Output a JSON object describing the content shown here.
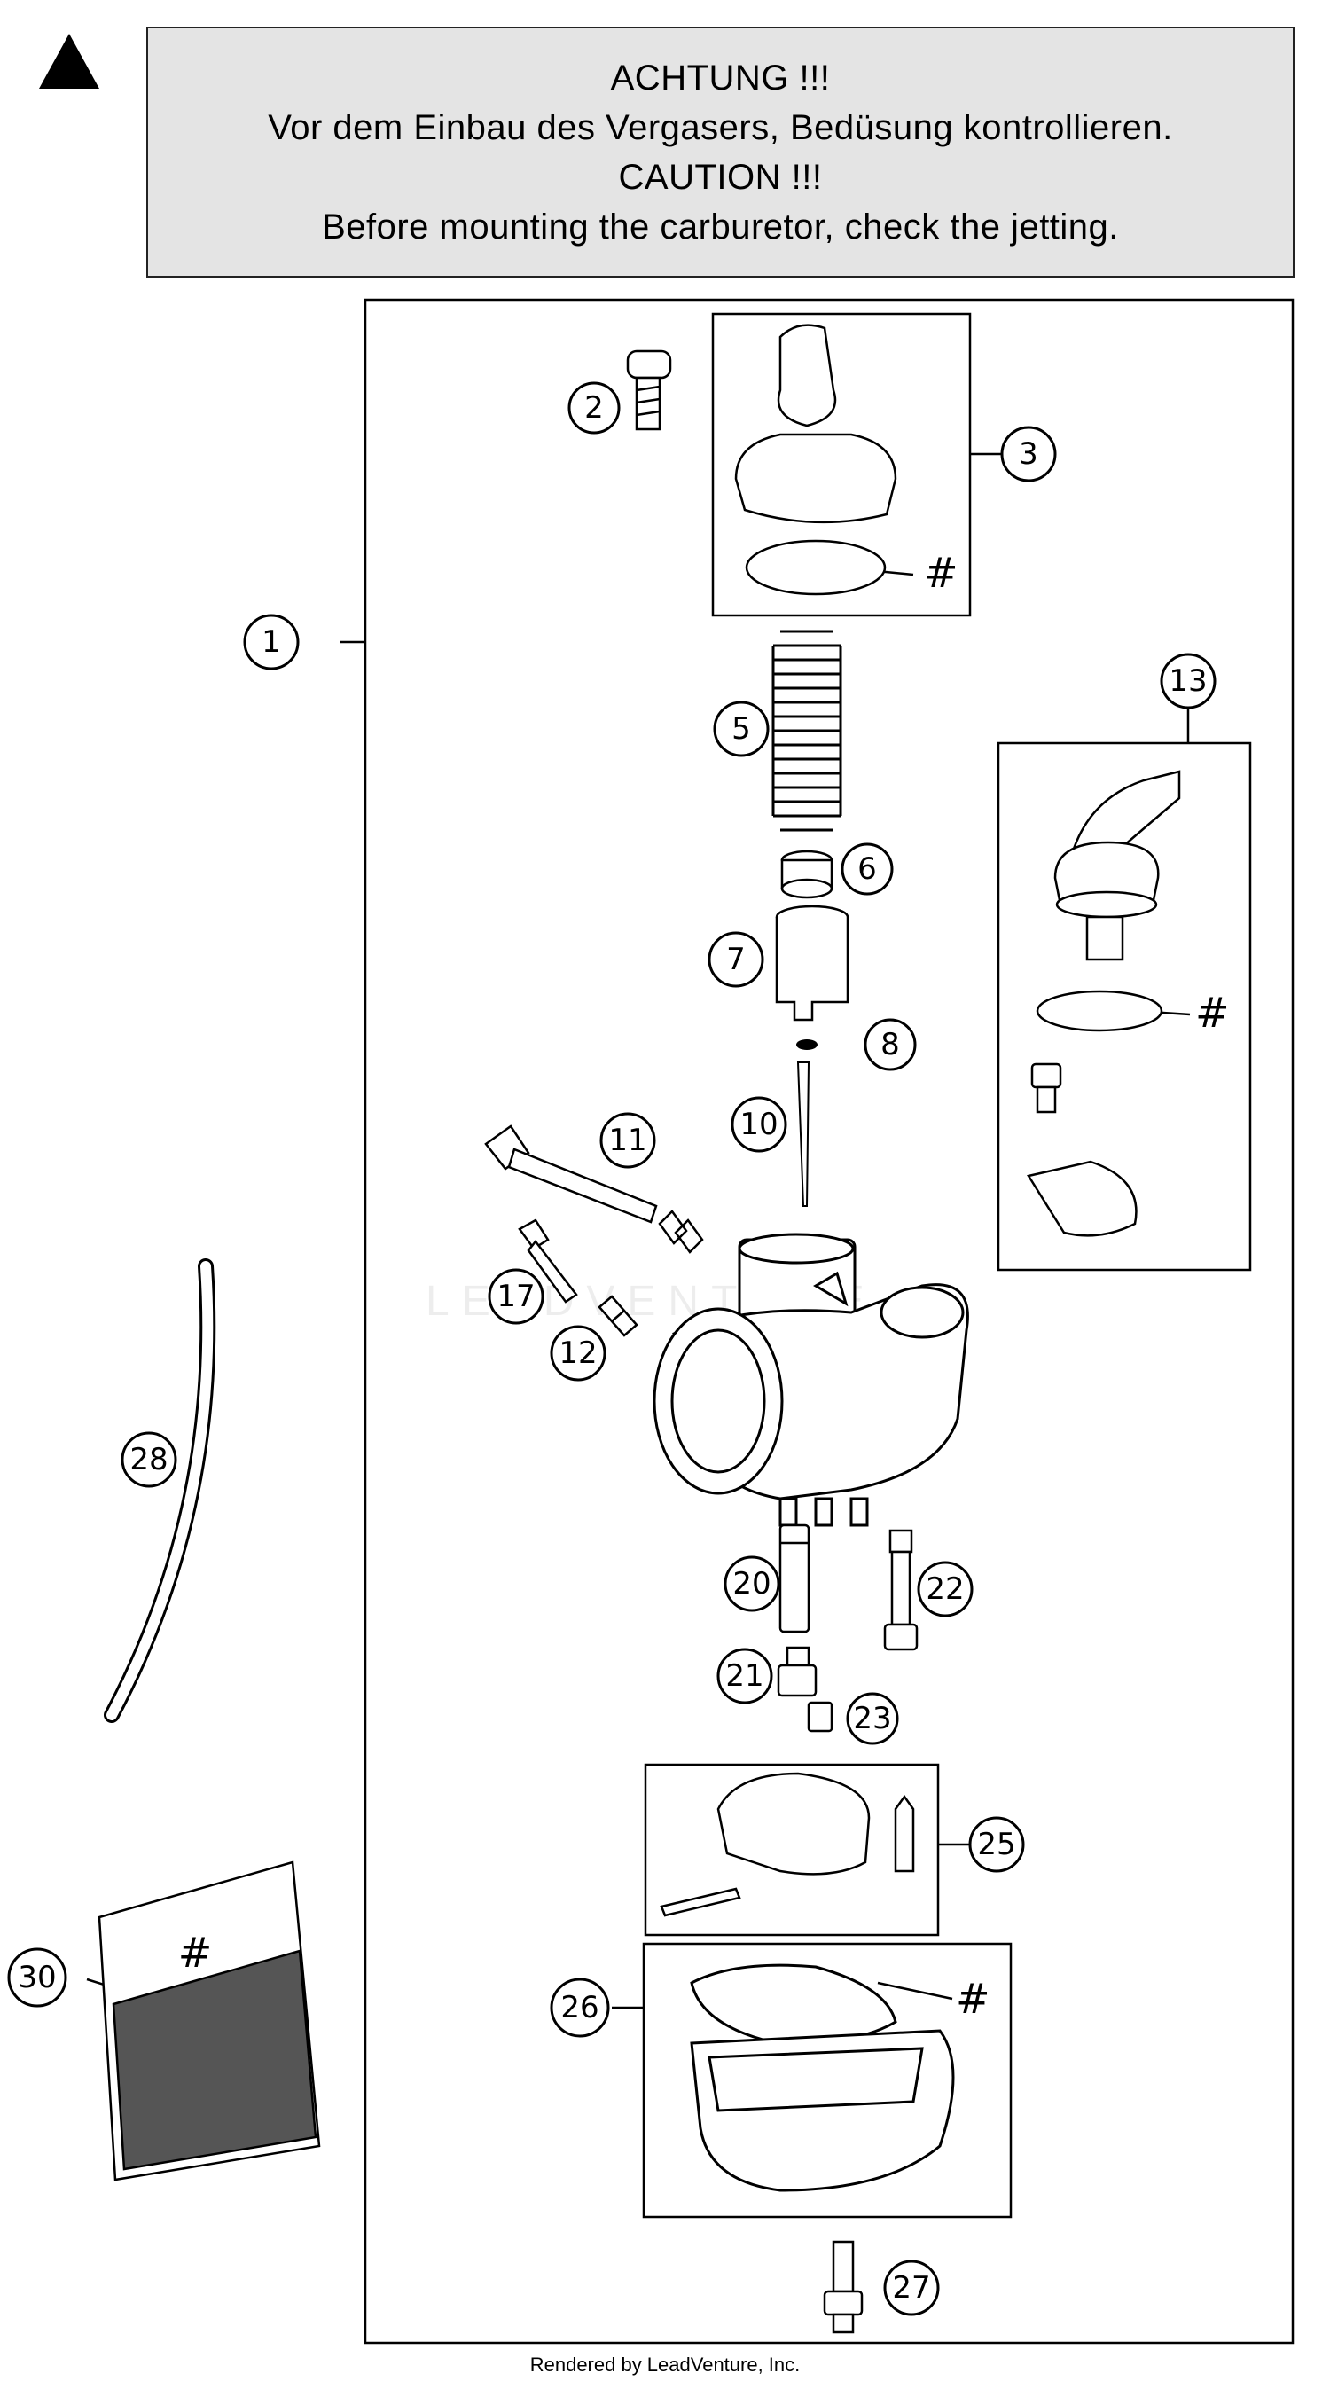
{
  "caution": {
    "line1": "ACHTUNG !!!",
    "line2": "Vor dem Einbau des Vergasers, Bedüsung kontrollieren.",
    "line3": "CAUTION !!!",
    "line4": "Before mounting the carburetor, check the jetting."
  },
  "callouts": {
    "c1": "1",
    "c2": "2",
    "c3": "3",
    "c5": "5",
    "c6": "6",
    "c7": "7",
    "c8": "8",
    "c10": "10",
    "c11": "11",
    "c12": "12",
    "c13": "13",
    "c17": "17",
    "c20": "20",
    "c21": "21",
    "c22": "22",
    "c23": "23",
    "c25": "25",
    "c26": "26",
    "c27": "27",
    "c28": "28",
    "c30": "30"
  },
  "hash_mark": "#",
  "bag_label": "#",
  "watermark": "LEADVENTURE",
  "footer": "Rendered by LeadVenture, Inc."
}
